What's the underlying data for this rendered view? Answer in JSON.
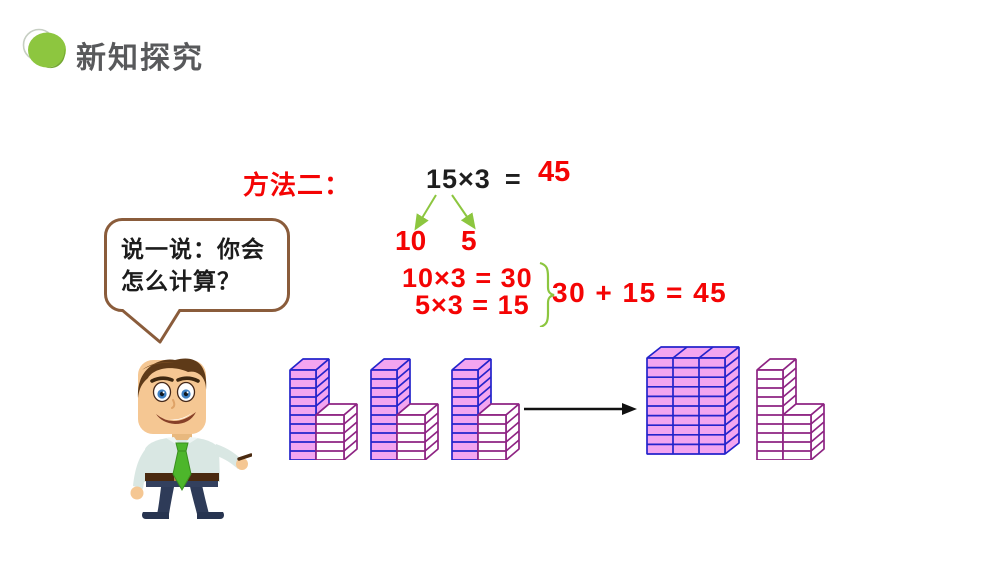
{
  "slide": {
    "header": {
      "logo_icon": "green-blob-logo",
      "title": "新知探究"
    },
    "method": {
      "label": "方法二："
    },
    "main_equation": {
      "lhs": "15×3",
      "equals": "=",
      "result": "45"
    },
    "split": {
      "left_value": "10",
      "right_value": "5"
    },
    "partial_equations": {
      "first": "10×3 = 30",
      "second": "5×3 = 15"
    },
    "total_equation": "30 + 15 = 45",
    "speech_bubble": {
      "line1": "说一说：你会",
      "line2": "怎么计算？"
    },
    "blocks_diagram": {
      "left_group_count": 3,
      "cubes_per_group_pink_column": 10,
      "cubes_per_group_white_column": 5,
      "result_pink_block_cubes": 30,
      "result_white_shape_cubes": 15
    },
    "colors": {
      "accent_red": "#f40404",
      "accent_green": "#8cc63f",
      "block_pink": "#f3a5f0",
      "block_blue_outline": "#2424cb",
      "block_purple_outline": "#8e2483",
      "bubble_border": "#8a5c3b",
      "title_gray": "#58595b"
    }
  }
}
